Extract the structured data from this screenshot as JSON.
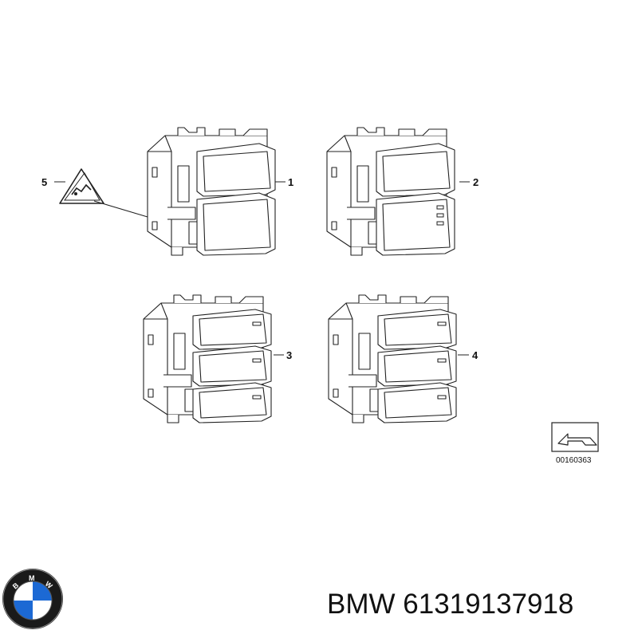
{
  "diagram": {
    "callouts": [
      "1",
      "2",
      "3",
      "4",
      "5"
    ],
    "reference_number": "00160363"
  },
  "product": {
    "brand": "BMW",
    "part_number": "61319137918",
    "logo_letters": "BMW"
  },
  "colors": {
    "line": "#222222",
    "logo_blue": "#1c69d4",
    "logo_ring": "#111111"
  }
}
